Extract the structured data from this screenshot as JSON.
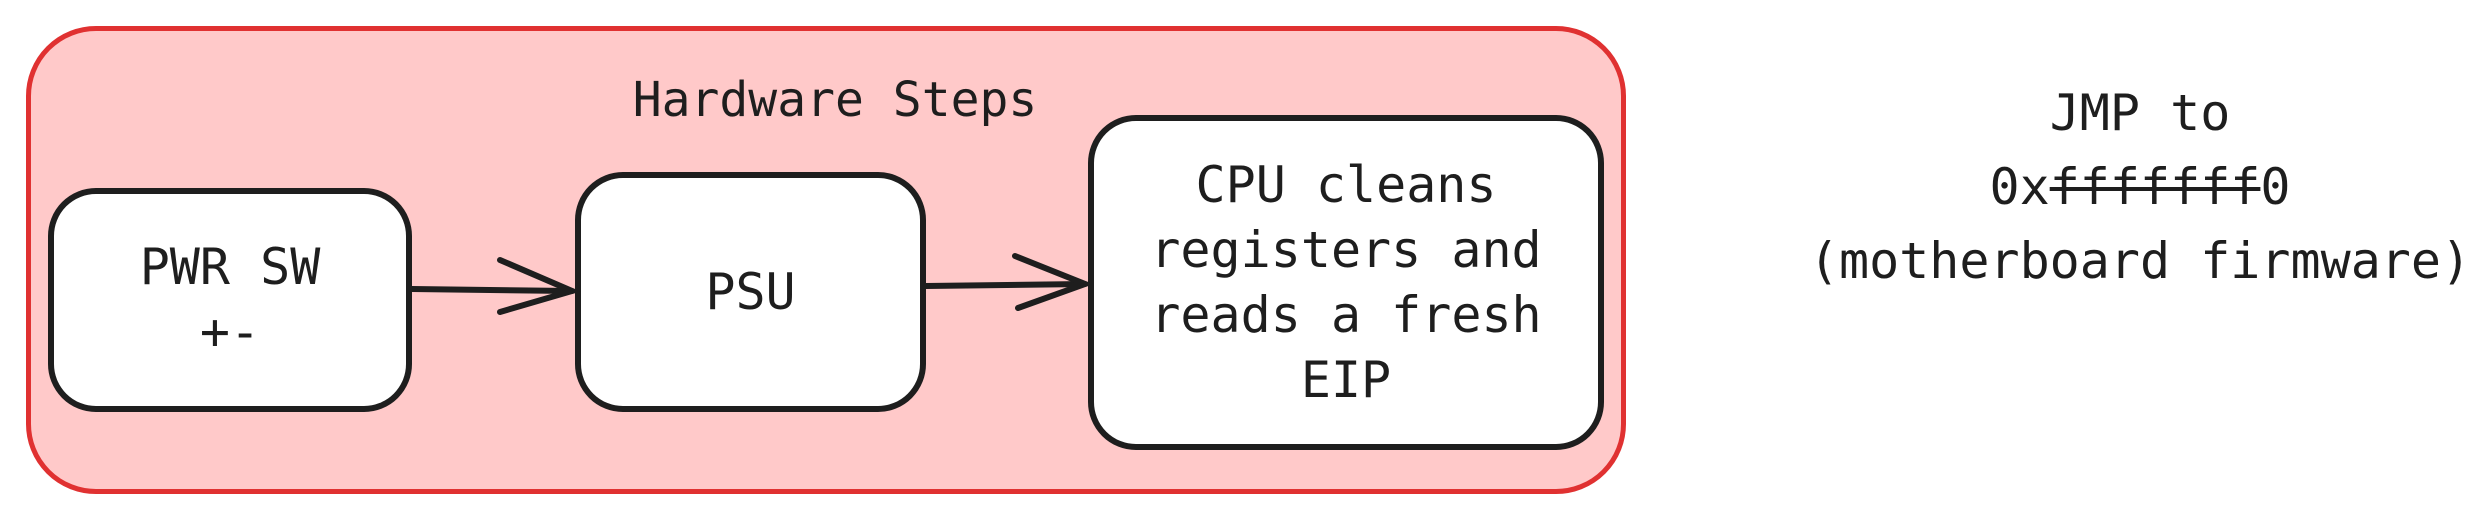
{
  "group": {
    "title": "Hardware Steps",
    "fill": "#ffc9c9",
    "stroke": "#e03131"
  },
  "boxes": [
    {
      "label": "PWR SW\n+-"
    },
    {
      "label": "PSU"
    },
    {
      "label": "CPU cleans\nregisters and\nreads a fresh\nEIP"
    }
  ],
  "note": {
    "line1": "JMP to",
    "line2_prefix": "0x",
    "line2_struck": "fffffff",
    "line2_suffix": "0",
    "line3": "(motherboard firmware)"
  }
}
